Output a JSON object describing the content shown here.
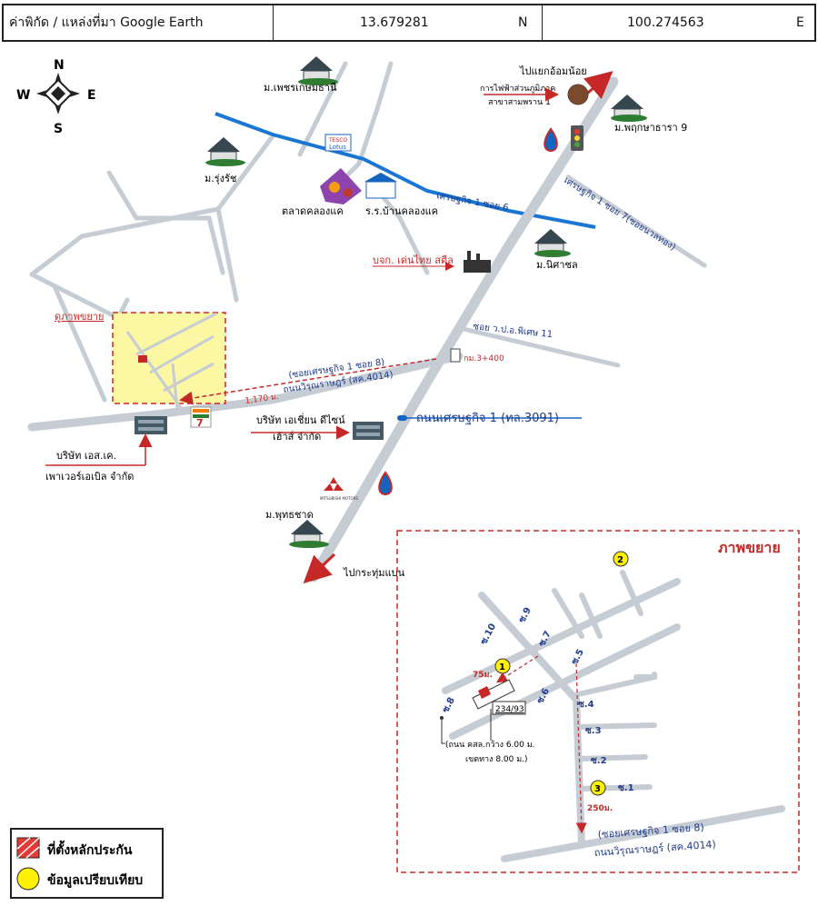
{
  "header": {
    "label": "ค่าพิกัด / แหล่งที่มา Google Earth",
    "lat": "13.679281",
    "lat_dir": "N",
    "lon": "100.274563",
    "lon_dir": "E"
  },
  "compass": {
    "n": "N",
    "s": "S",
    "e": "E",
    "w": "W"
  },
  "places": {
    "phetkasem": "ม.เพชรเกษมธานี",
    "rungrat": "ม.รุ่งรัช",
    "lotus": "Lotus",
    "lotus_brand": "TESCO",
    "market": "ตลาดคลองแค",
    "school": "ร.ร.บ้านคลองแค",
    "to_omnoi": "ไปแยกอ้อมน้อย",
    "pea1": "การไฟฟ้าส่วนภูมิภาค",
    "pea2": "สาขาสามพราน 1",
    "pruksa": "ม.พฤกษาธารา 9",
    "soi6": "เศรษฐกิจ 1 ซอย 6",
    "soi7": "เศรษฐกิจ 1 ซอย 7(ซอยนวลทอง)",
    "nisachon": "ม.นิศาชล",
    "dentai": "บจก. เด่นไทย สตีล",
    "soi_por": "ซอย ว.ป.อ.พิเศษ 11",
    "zoom_ref": "ดูภาพขยาย",
    "km": "กม.3+400",
    "soi8_a": "(ซอยเศรษฐกิจ 1 ซอย 8)",
    "soi8_b": "ถนนวิรุณราษฎร์ (สค.4014)",
    "dist1170": "1,170 ม.",
    "main_road": "ถนนเศรษฐกิจ 1 (ทล.3091)",
    "asian1": "บริษัท เอเชี่ยน ดีไซน์",
    "asian2": "เฮ้าส์ จำกัด",
    "sk1": "บริษัท เอส.เค.",
    "sk2": "เพาเวอร์เอเบิล จำกัด",
    "mitsu": "MITSUBISHI MOTORS",
    "putthachat": "ม.พุทธชาด",
    "to_krathum": "ไปกระทุ่มแบน",
    "seven": "7"
  },
  "inset": {
    "title": "ภาพขยาย",
    "s10": "ซ.10",
    "s9": "ซ.9",
    "s8": "ซ.8",
    "s7": "ซ.7",
    "s6": "ซ.6",
    "s5": "ซ.5",
    "s4": "ซ.4",
    "s3": "ซ.3",
    "s2": "ซ.2",
    "s1": "ซ.1",
    "m1": "1",
    "m2": "2",
    "m3": "3",
    "d75": "75ม.",
    "house_no": "234/93",
    "road_w1": "(ถนน คสล.กว้าง 6.00 ม.",
    "road_w2": "เขตทาง 8.00 ม.)",
    "d250": "250ม.",
    "ib_soi8": "(ซอยเศรษฐกิจ 1 ซอย 8)",
    "ib_road": "ถนนวิรุณราษฎร์ (สค.4014)"
  },
  "legend": {
    "collateral": "ที่ตั้งหลักประกัน",
    "comparison": "ข้อมูลเปรียบเทียบ"
  }
}
